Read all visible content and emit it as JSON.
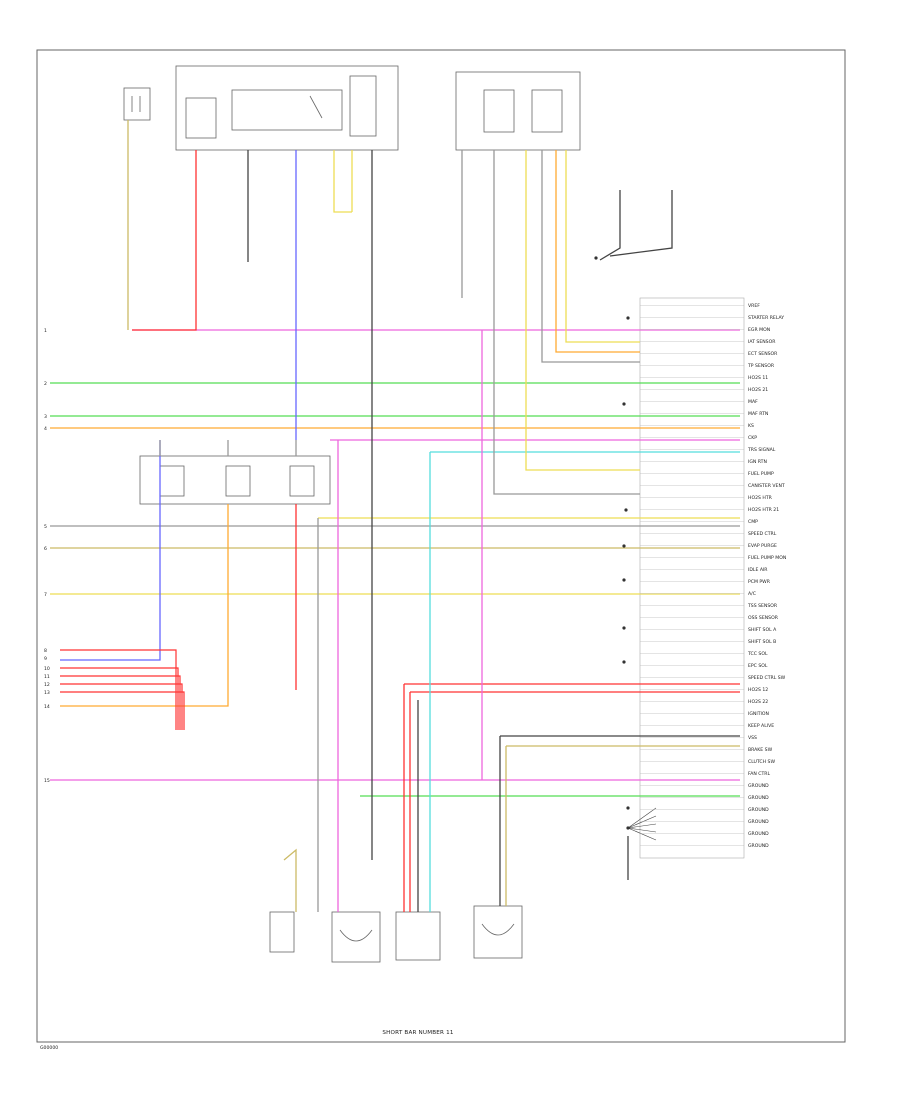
{
  "diagram": {
    "caption": "SHORT BAR NUMBER 11",
    "footer_code": "G00000",
    "colors": {
      "pink": "#ee66dd",
      "red": "#ff3333",
      "blue": "#6666ff",
      "green": "#55dd55",
      "yellow": "#eedd55",
      "orange": "#ffaa33",
      "cyan": "#55dddd",
      "gray": "#999999",
      "dark": "#444444",
      "tan": "#ccbb66"
    },
    "left_pins": [
      "1",
      "2",
      "3",
      "4",
      "5",
      "6",
      "7",
      "8",
      "9",
      "10",
      "11",
      "12",
      "13",
      "14",
      "15"
    ],
    "right_pin_labels": [
      "VREF",
      "STARTER RELAY",
      "EGR MON",
      "IAT SENSOR",
      "ECT SENSOR",
      "TP SENSOR",
      "HO2S 11",
      "HO2S 21",
      "MAF",
      "MAF RTN",
      "KS",
      "CKP",
      "TRS SIGNAL",
      "IGN RTN",
      "FUEL PUMP",
      "CANISTER VENT",
      "HO2S HTR",
      "HO2S HTR 21",
      "CMP",
      "SPEED CTRL",
      "EVAP PURGE",
      "FUEL PUMP MON",
      "IDLE AIR",
      "PCM PWR",
      "A/C",
      "TSS SENSOR",
      "OSS SENSOR",
      "SHIFT SOL A",
      "SHIFT SOL B",
      "TCC SOL",
      "EPC SOL",
      "SPEED CTRL SW",
      "HO2S 12",
      "HO2S 22",
      "IGNITION",
      "KEEP ALIVE",
      "VSS",
      "BRAKE SW",
      "CLUTCH SW",
      "FAN CTRL",
      "GROUND",
      "GROUND",
      "GROUND",
      "GROUND",
      "GROUND",
      "GROUND"
    ]
  }
}
